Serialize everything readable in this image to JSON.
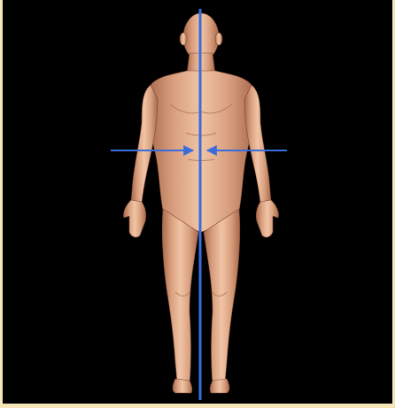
{
  "figure": {
    "subject": "human-body-front-view",
    "plane": "median-sagittal-plane",
    "direction": "medial",
    "colors": {
      "background": "#000000",
      "border": "#f6e5b8",
      "line": "#3a6ddc",
      "skin": "#d9a07f",
      "skin_shadow": "#a8694b",
      "skin_highlight": "#f0c4a5"
    }
  }
}
